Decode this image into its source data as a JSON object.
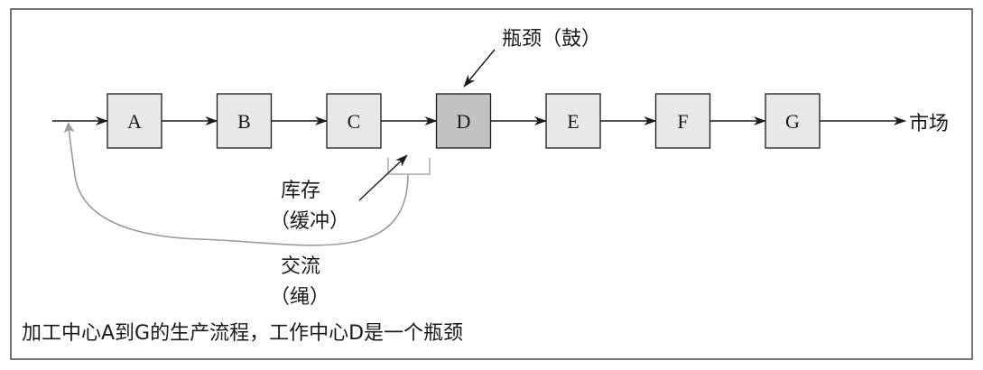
{
  "diagram": {
    "nodes": [
      {
        "id": "A",
        "label": "A",
        "bottleneck": false
      },
      {
        "id": "B",
        "label": "B",
        "bottleneck": false
      },
      {
        "id": "C",
        "label": "C",
        "bottleneck": false
      },
      {
        "id": "D",
        "label": "D",
        "bottleneck": true
      },
      {
        "id": "E",
        "label": "E",
        "bottleneck": false
      },
      {
        "id": "F",
        "label": "F",
        "bottleneck": false
      },
      {
        "id": "G",
        "label": "G",
        "bottleneck": false
      }
    ],
    "end_label": "市场",
    "drum_label": "瓶颈（鼓）",
    "buffer_label_line1": "库存",
    "buffer_label_line2": "（缓冲）",
    "rope_label_line1": "交流",
    "rope_label_line2": "（绳）",
    "caption": "加工中心A到G的生产流程，工作中心D是一个瓶颈"
  },
  "colors": {
    "box_fill": "#e8e8e8",
    "bottleneck_fill": "#c2c2c2",
    "line": "#1a1a1a",
    "rope": "#9a9a9a"
  }
}
